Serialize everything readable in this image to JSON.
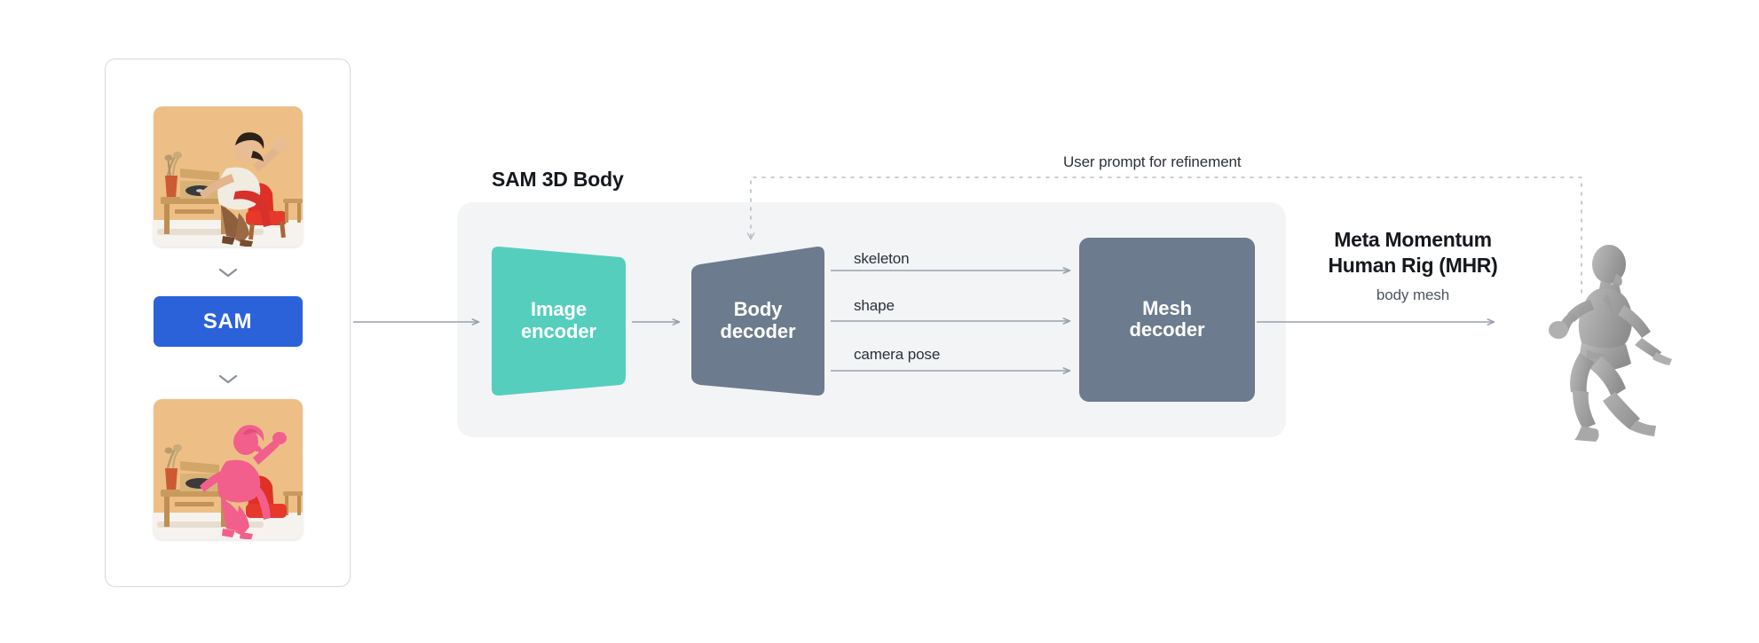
{
  "diagram": {
    "title": "SAM 3D Body",
    "background": "#ffffff"
  },
  "input_panel": {
    "name": "input-panel",
    "original_image": {
      "alt": "woman in white dress with red belt sitting on red chair next to record player",
      "wall_color": "#edbf86",
      "dress_color": "#f0ece2",
      "belt_color": "#d8302b",
      "chair_color": "#e03026"
    },
    "segmented_image": {
      "alt": "same photo with pink segmentation mask over the person",
      "mask_color": "#f25f8c",
      "wall_color": "#edbf86"
    },
    "sam_button_label": "SAM",
    "sam_button_color": "#2b62da",
    "chevron_icon": "chevron-down-icon"
  },
  "pipeline": {
    "title": "SAM 3D Body",
    "container_color": "#f2f4f6",
    "blocks": [
      {
        "id": "image-encoder",
        "label_line1": "Image",
        "label_line2": "encoder",
        "color": "#56cebe",
        "shape": "trapezoid-right-narrow"
      },
      {
        "id": "body-decoder",
        "label_line1": "Body",
        "label_line2": "decoder",
        "color": "#6c7b8e",
        "shape": "trapezoid-right-wide"
      },
      {
        "id": "mesh-decoder",
        "label_line1": "Mesh",
        "label_line2": "decoder",
        "color": "#6c7b8e",
        "shape": "rounded-rect"
      }
    ],
    "flow_labels": [
      {
        "id": "skeleton",
        "text": "skeleton"
      },
      {
        "id": "shape",
        "text": "shape"
      },
      {
        "id": "camera-pose",
        "text": "camera pose"
      }
    ],
    "feedback_label": "User prompt for refinement",
    "arrow_color": "#9aa1aa",
    "dashed_color": "#b9bec5"
  },
  "output": {
    "title_line1": "Meta Momentum",
    "title_line2": "Human Rig (MHR)",
    "subtitle": "body mesh",
    "mesh_figure": {
      "alt": "gray 3D human body mesh in crouching pose",
      "color": "#a6a6a6"
    }
  }
}
